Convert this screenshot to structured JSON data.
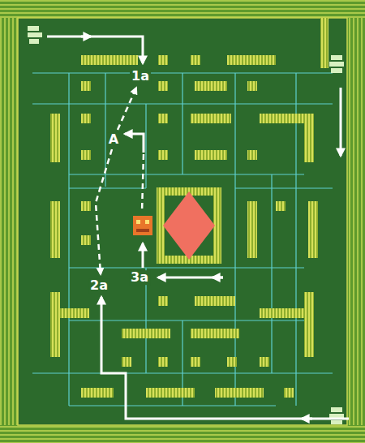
{
  "diagram": {
    "labels": [
      "1a",
      "A",
      "2a",
      "3a"
    ]
  }
}
